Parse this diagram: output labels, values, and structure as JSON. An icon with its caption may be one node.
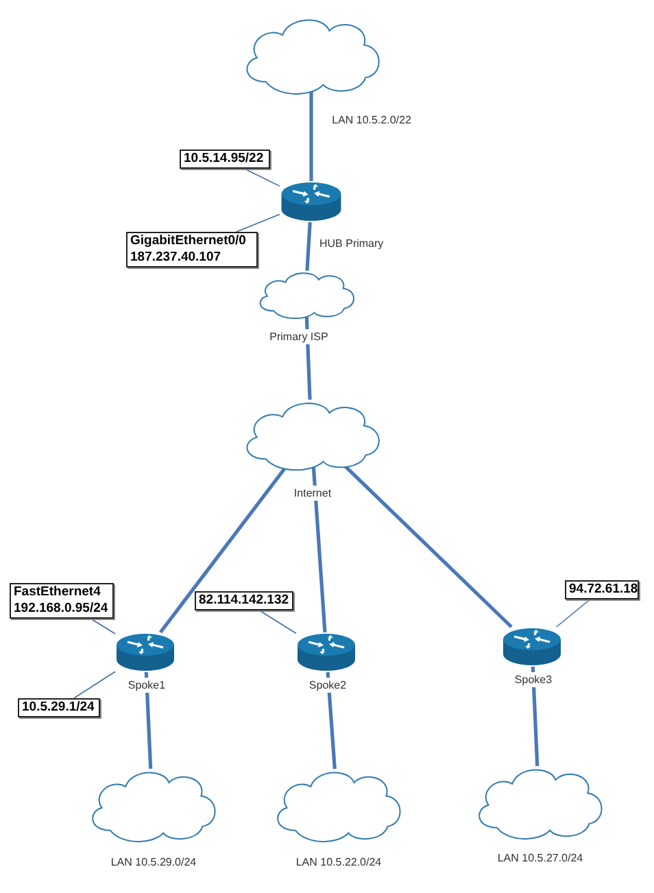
{
  "diagram": {
    "nodes": [
      {
        "text": [],
        "shape": "cloud",
        "beside": [
          "LAN 10.5.2.0/22"
        ]
      },
      {
        "text": [
          "10.5.14.95/22"
        ]
      },
      {
        "text": [],
        "shape": "router",
        "beside": [
          "HUB Primary"
        ]
      },
      {
        "text": [
          "GigabitEthernet0/0 187.237.40.107"
        ]
      },
      {
        "text": [],
        "shape": "cloud",
        "beside": [
          "Primary ISP"
        ]
      },
      {
        "text": [],
        "shape": "cloud",
        "beside": [
          "Internet"
        ]
      },
      {
        "text": [
          "FastEthernet4 192.168.0.95/24"
        ]
      },
      {
        "text": [
          "82.114.142.132"
        ]
      },
      {
        "text": [
          "94.72.61.18"
        ]
      },
      {
        "text": [],
        "shape": "router",
        "beside": [
          "Spoke1"
        ]
      },
      {
        "text": [],
        "shape": "router",
        "beside": [
          "Spoke2"
        ]
      },
      {
        "text": [],
        "shape": "router",
        "beside": [
          "Spoke3"
        ]
      },
      {
        "text": [
          "10.5.29.1/24"
        ]
      },
      {
        "text": [],
        "shape": "cloud",
        "beside": [
          "LAN 10.5.29.0/24"
        ]
      },
      {
        "text": [],
        "shape": "cloud",
        "beside": [
          "LAN 10.5.22.0/24"
        ]
      },
      {
        "text": [],
        "shape": "cloud",
        "beside": [
          "LAN 10.5.27.0/24"
        ]
      }
    ],
    "edges": [
      {
        "from": 0,
        "to": 2,
        "arrow": "none"
      },
      {
        "from": 1,
        "to": 2,
        "arrow": "none"
      },
      {
        "from": 3,
        "to": 2,
        "arrow": "none"
      },
      {
        "from": 2,
        "to": 4,
        "arrow": "none"
      },
      {
        "from": 4,
        "to": 5,
        "arrow": "none"
      },
      {
        "from": 5,
        "to": 9,
        "arrow": "none"
      },
      {
        "from": 5,
        "to": 10,
        "arrow": "none"
      },
      {
        "from": 5,
        "to": 11,
        "arrow": "none"
      },
      {
        "from": 6,
        "to": 9,
        "arrow": "none"
      },
      {
        "from": 7,
        "to": 10,
        "arrow": "none"
      },
      {
        "from": 8,
        "to": 11,
        "arrow": "none"
      },
      {
        "from": 12,
        "to": 9,
        "arrow": "none"
      },
      {
        "from": 9,
        "to": 13,
        "arrow": "none"
      },
      {
        "from": 10,
        "to": 14,
        "arrow": "none"
      },
      {
        "from": 11,
        "to": 15,
        "arrow": "none"
      }
    ]
  }
}
